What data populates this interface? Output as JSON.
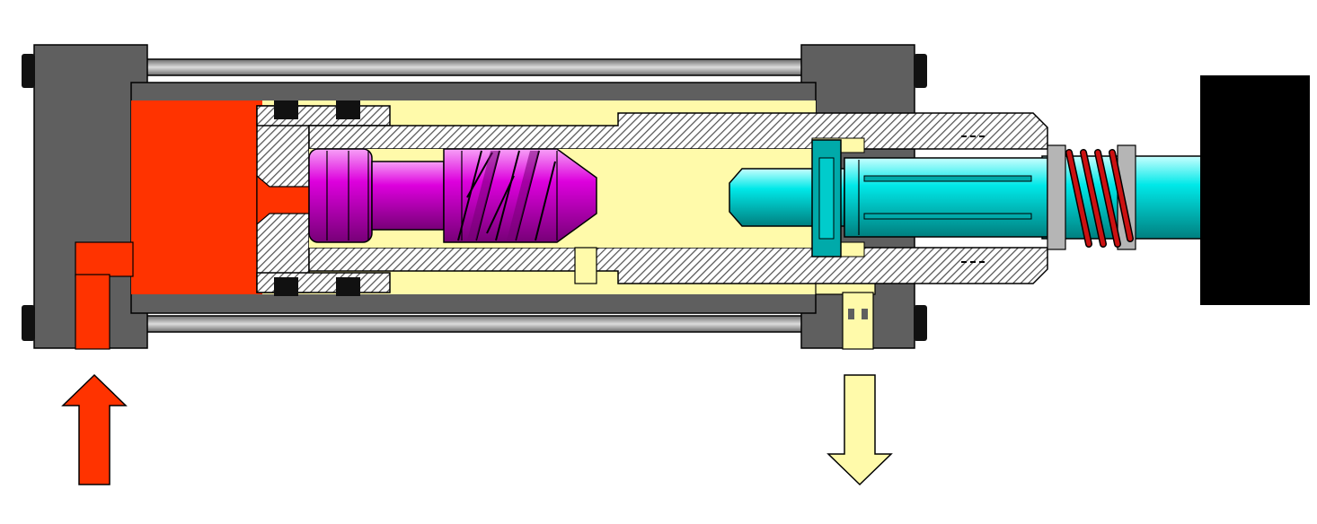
{
  "diagram": {
    "title": "",
    "labels": [],
    "colors": {
      "background": "#ffffff",
      "frame": "#5f5f5f",
      "bolt": "#111111",
      "tie_rod": "#8c8c8c",
      "pressure_fluid": "#ff3300",
      "return_fluid": "#fffaaa",
      "hatch_stroke": "#555555",
      "worm": "#dd00dd",
      "shaft": "#00e0e0",
      "bearing_ring": "#00aaaa",
      "washer": "#b5b5b5",
      "spring": "#cc1111",
      "load_block": "#000000",
      "outline": "#000000"
    },
    "arrows": [
      {
        "name": "inlet-arrow",
        "direction": "up",
        "color": "#ff3300"
      },
      {
        "name": "outlet-arrow",
        "direction": "down",
        "color": "#fffaaa"
      }
    ]
  }
}
